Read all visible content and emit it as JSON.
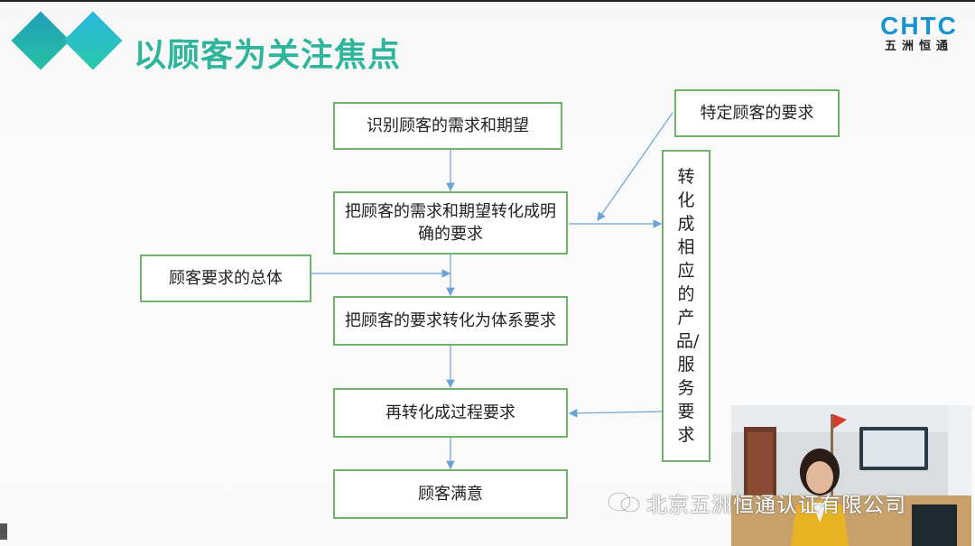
{
  "slide": {
    "title": "以顾客为关注焦点",
    "logo": {
      "en": "CHTC",
      "cn": "五洲恒通"
    }
  },
  "flow": {
    "box1": "识别顾客的需求和期望",
    "box2": "把顾客的需求和期望转化成明确的要求",
    "box3": "把顾客的要求转化为体系要求",
    "box4": "再转化成过程要求",
    "box5": "顾客满意",
    "left_input": "顾客要求的总体",
    "right_top": "特定顾客的要求",
    "right_vertical": "转化成相应的产品/服务要求"
  },
  "watermark": "北京五洲恒通认证有限公司",
  "colors": {
    "title": "#2fb59c",
    "box_border": "#6fb26a",
    "arrow": "#6aa3d5",
    "logo": "#1794cf"
  }
}
